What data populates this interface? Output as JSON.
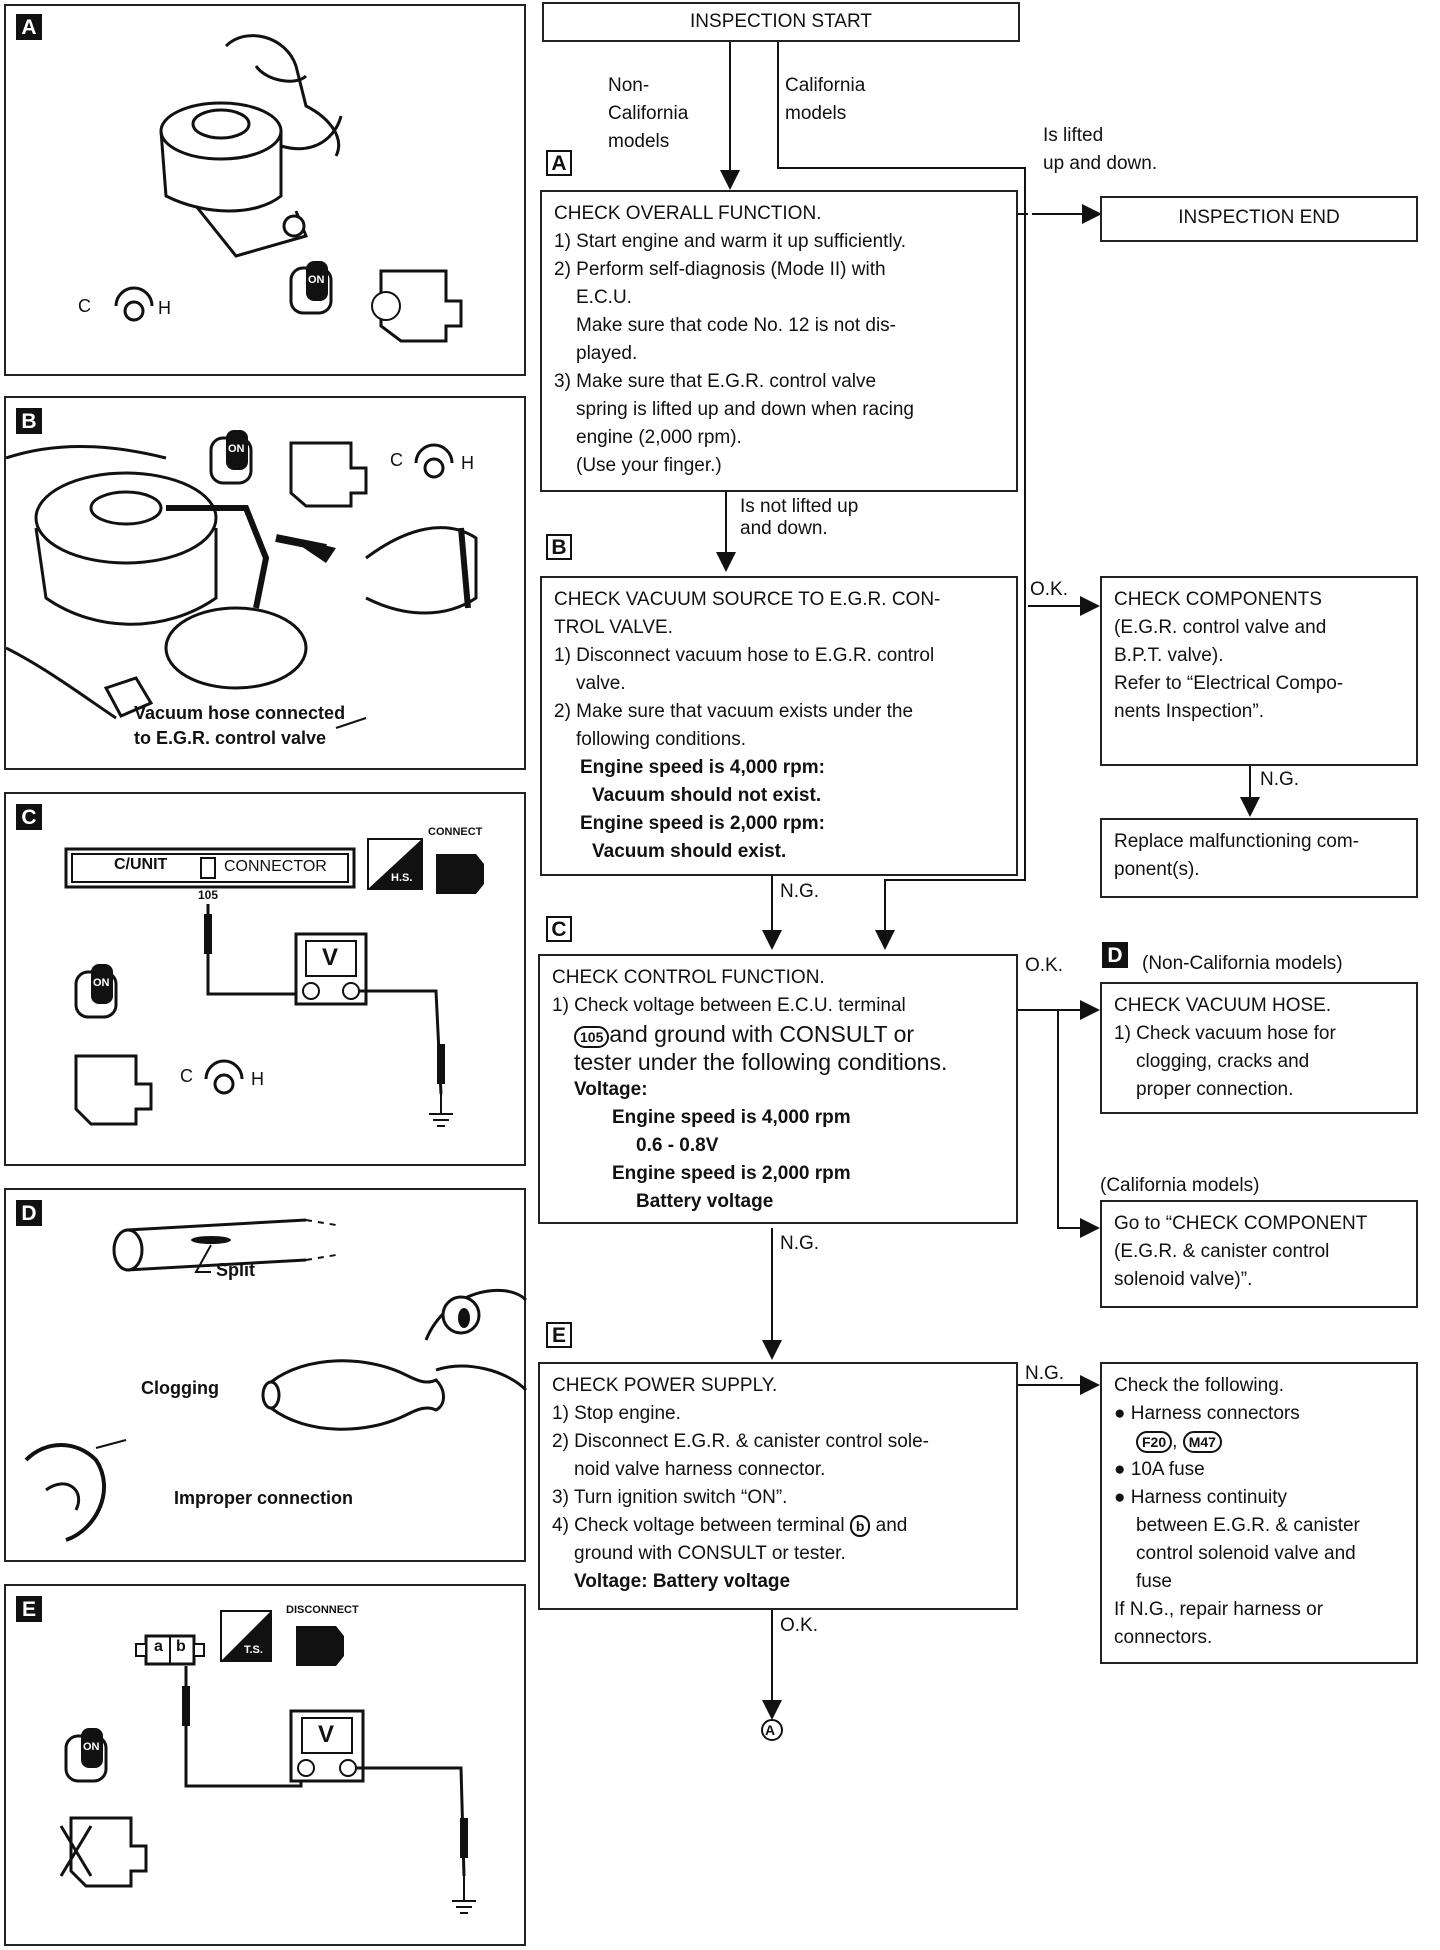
{
  "flow": {
    "start": "INSPECTION START",
    "end": "INSPECTION END",
    "branch_non_cal": [
      "Non-",
      "California",
      "models"
    ],
    "branch_cal": [
      "California",
      "models"
    ],
    "lifted": [
      "Is lifted",
      "up and down."
    ],
    "not_lifted": [
      "Is not lifted up",
      "and down."
    ],
    "step_a": {
      "tag": "A",
      "lines": [
        "CHECK OVERALL FUNCTION.",
        "1) Start engine and warm it up sufficiently.",
        "2) Perform self-diagnosis (Mode II) with",
        "E.C.U.",
        "Make sure that code No. 12 is not dis-",
        "played.",
        "3) Make sure that E.G.R. control valve",
        "spring is lifted up and down when racing",
        "engine (2,000 rpm).",
        "(Use your finger.)"
      ]
    },
    "step_b": {
      "tag": "B",
      "lines": [
        "CHECK VACUUM SOURCE TO E.G.R. CON-",
        "TROL VALVE.",
        "1) Disconnect vacuum hose to E.G.R. control",
        "valve.",
        "2) Make sure that vacuum exists under the",
        "following conditions."
      ],
      "bold": [
        "Engine speed is 4,000 rpm:",
        "Vacuum should not exist.",
        "Engine speed is 2,000 rpm:",
        "Vacuum should exist."
      ]
    },
    "components": {
      "lines": [
        "CHECK COMPONENTS",
        "(E.G.R. control valve and",
        "B.P.T. valve).",
        "Refer to “Electrical Compo-",
        "nents Inspection”."
      ]
    },
    "replace": {
      "lines": [
        "Replace malfunctioning com-",
        "ponent(s)."
      ]
    },
    "step_c": {
      "tag": "C",
      "title": "CHECK CONTROL FUNCTION.",
      "l1": "1) Check voltage between E.C.U. terminal",
      "terminal": "105",
      "l2": "and ground with CONSULT or",
      "l3": "tester under the following conditions.",
      "bold": [
        "Voltage:",
        "Engine speed is 4,000 rpm",
        "0.6 - 0.8V",
        "Engine speed is 2,000 rpm",
        "Battery voltage"
      ]
    },
    "vacuum_hose": {
      "tag": "D",
      "note": "(Non-California models)",
      "lines": [
        "CHECK VACUUM HOSE.",
        "1) Check vacuum hose for",
        "clogging, cracks and",
        "proper connection."
      ]
    },
    "goto": {
      "note": "(California models)",
      "lines": [
        "Go to “CHECK COMPONENT",
        "(E.G.R. & canister control",
        "solenoid valve)”."
      ]
    },
    "step_e": {
      "tag": "E",
      "lines": [
        "CHECK POWER SUPPLY.",
        "1) Stop engine.",
        "2) Disconnect E.G.R. & canister control sole-",
        "noid valve harness connector.",
        "3) Turn ignition switch “ON”.",
        "4) Check voltage between terminal",
        "ground with CONSULT or tester."
      ],
      "terminal": "b",
      "and": "and",
      "bold": "Voltage: Battery voltage"
    },
    "check_following": {
      "lines": [
        "Check the following.",
        "Harness connectors",
        "10A fuse",
        "Harness continuity",
        "between E.G.R. & canister",
        "control solenoid valve and",
        "fuse",
        "If N.G., repair harness or",
        "connectors."
      ],
      "connectors": [
        "F20",
        "M47"
      ],
      "bullet": "●"
    },
    "labels": {
      "ok": "O.K.",
      "ng": "N.G.",
      "end_ref": "A"
    }
  },
  "illustrations": {
    "a": {
      "tag": "A",
      "gauge_c": "C",
      "gauge_h": "H",
      "key": "ON"
    },
    "b": {
      "tag": "B",
      "caption": [
        "Vacuum hose connected",
        "to E.G.R. control valve"
      ],
      "gauge_c": "C",
      "gauge_h": "H",
      "key": "ON"
    },
    "c": {
      "tag": "C",
      "cunit": "C/UNIT",
      "connector": "CONNECTOR",
      "pin": "105",
      "connect": "CONNECT",
      "hs": "H.S.",
      "meter": "V",
      "key": "ON",
      "gauge_c": "C",
      "gauge_h": "H"
    },
    "d": {
      "tag": "D",
      "split": "Split",
      "clogging": "Clogging",
      "improper": "Improper connection"
    },
    "e": {
      "tag": "E",
      "disconnect": "DISCONNECT",
      "ts": "T.S.",
      "meter": "V",
      "key": "ON",
      "pin_a": "a",
      "pin_b": "b"
    }
  }
}
